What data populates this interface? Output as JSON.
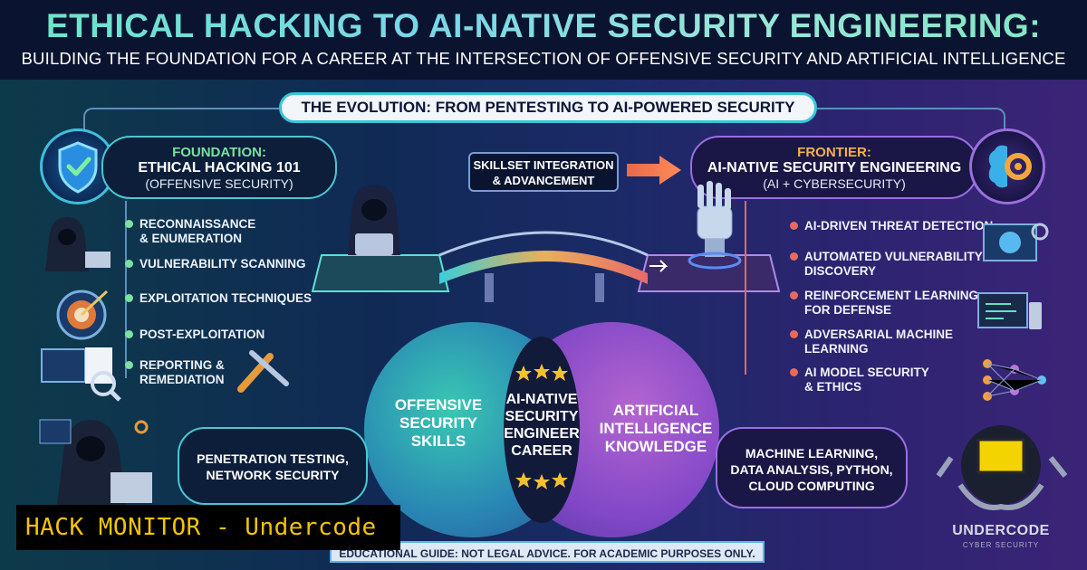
{
  "header": {
    "title": "ETHICAL HACKING TO AI-NATIVE SECURITY ENGINEERING:",
    "subtitle": "BUILDING THE FOUNDATION FOR A CAREER AT THE INTERSECTION OF OFFENSIVE SECURITY AND ARTIFICIAL INTELLIGENCE"
  },
  "evolution_label": "THE EVOLUTION: FROM PENTESTING TO AI-POWERED SECURITY",
  "foundation": {
    "label": "FOUNDATION:",
    "title": "ETHICAL HACKING 101",
    "subtitle": "(OFFENSIVE SECURITY)",
    "items": [
      {
        "line1": "RECONNAISSANCE",
        "line2": "& ENUMERATION"
      },
      {
        "line1": "VULNERABILITY SCANNING",
        "line2": ""
      },
      {
        "line1": "EXPLOITATION TECHNIQUES",
        "line2": ""
      },
      {
        "line1": "POST-EXPLOITATION",
        "line2": ""
      },
      {
        "line1": "REPORTING &",
        "line2": "REMEDIATION"
      }
    ]
  },
  "skillset": {
    "line1": "SKILLSET INTEGRATION",
    "line2": "& ADVANCEMENT"
  },
  "frontier": {
    "label": "FRONTIER:",
    "title": "AI-NATIVE SECURITY ENGINEERING",
    "subtitle": "(AI + CYBERSECURITY)",
    "items": [
      {
        "line1": "AI-DRIVEN THREAT DETECTION",
        "line2": ""
      },
      {
        "line1": "AUTOMATED VULNERABILITY",
        "line2": "DISCOVERY"
      },
      {
        "line1": "REINFORCEMENT LEARNING",
        "line2": "FOR DEFENSE"
      },
      {
        "line1": "ADVERSARIAL MACHINE",
        "line2": "LEARNING"
      },
      {
        "line1": "AI MODEL SECURITY",
        "line2": "& ETHICS"
      }
    ]
  },
  "venn": {
    "left": {
      "line1": "OFFENSIVE",
      "line2": "SECURITY",
      "line3": "SKILLS"
    },
    "center": {
      "line1": "AI-NATIVE",
      "line2": "SECURITY",
      "line3": "ENGINEER",
      "line4": "CAREER"
    },
    "right": {
      "line1": "ARTIFICIAL",
      "line2": "INTELLIGENCE",
      "line3": "KNOWLEDGE"
    }
  },
  "bottom_left": {
    "line1": "PENETRATION TESTING,",
    "line2": "NETWORK SECURITY"
  },
  "bottom_right": {
    "line1": "MACHINE LEARNING,",
    "line2": "DATA ANALYSIS, PYTHON,",
    "line3": "CLOUD COMPUTING"
  },
  "disclaimer": "EDUCATIONAL GUIDE: NOT LEGAL ADVICE. FOR ACADEMIC PURPOSES ONLY.",
  "watermark": "HACK MONITOR - Undercode",
  "logo": {
    "name": "UNDERCODE",
    "tagline": "CYBER SECURITY"
  },
  "colors": {
    "teal": "#4cc7d0",
    "green": "#7be0a0",
    "orange": "#f4b24c",
    "purple": "#9a6fe0",
    "watermark_text": "#f4c400"
  },
  "icons": [
    "shield-check-icon",
    "brain-gear-icon",
    "hacker-laptop-icon",
    "target-icon",
    "document-magnifier-icon",
    "tools-icon",
    "robot-hand-icon",
    "monitor-brain-icon",
    "neural-network-icon",
    "code-laptop-icon",
    "star-icon",
    "arrow-right-icon"
  ]
}
